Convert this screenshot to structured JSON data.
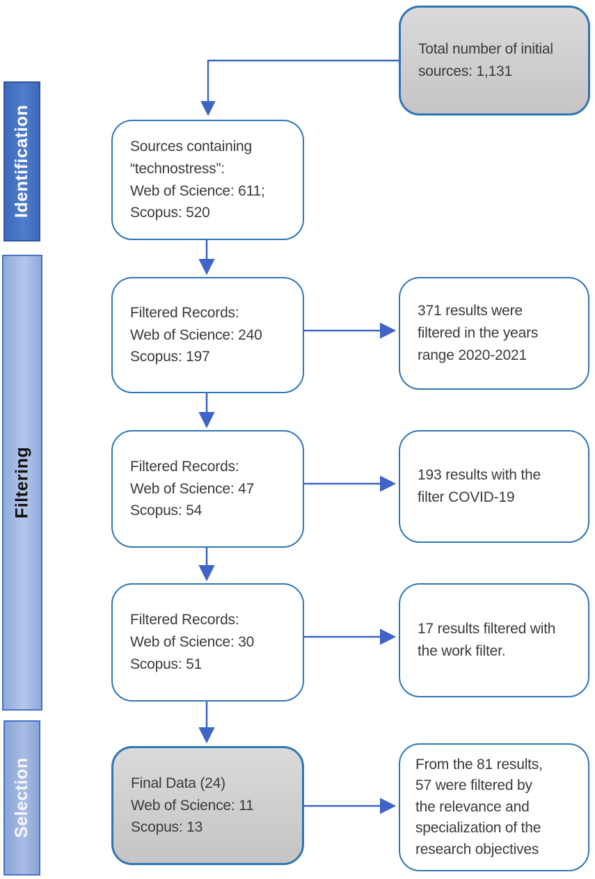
{
  "figure": {
    "type": "flow-diagram",
    "description_colors": {
      "box_border": "#2e75b6",
      "arrow": "#3f63c6",
      "stage_identification_fill": "#4472c4",
      "stage_light_fill": "#8faadc",
      "gray_box_fill": "#d0cecc",
      "body_text": "#3a3a3a"
    }
  },
  "sidebar": {
    "stages": [
      {
        "label": "Identification"
      },
      {
        "label": "Filtering"
      },
      {
        "label": "Selection"
      }
    ]
  },
  "flow": {
    "start_box": {
      "text": "Total number of initial\nsources: 1,131"
    },
    "main_boxes": [
      {
        "text": "Sources containing\n“technostress”:\nWeb of Science: 611;\nScopus: 520"
      },
      {
        "text": "Filtered Records:\nWeb of Science: 240\nScopus: 197"
      },
      {
        "text": "Filtered Records:\nWeb of Science: 47\nScopus: 54"
      },
      {
        "text": "Filtered Records:\nWeb of Science: 30\nScopus: 51"
      },
      {
        "text": "Final Data (24)\nWeb of Science: 11\nScopus: 13"
      }
    ],
    "note_boxes": [
      {
        "text": "371 results were\nfiltered in the years\nrange 2020-2021"
      },
      {
        "text": "193 results with the\nfilter COVID-19"
      },
      {
        "text": "17 results filtered with\nthe work filter."
      },
      {
        "text": "From the 81 results,\n57 were filtered by\nthe relevance and\nspecialization of the\nresearch objectives"
      }
    ]
  }
}
